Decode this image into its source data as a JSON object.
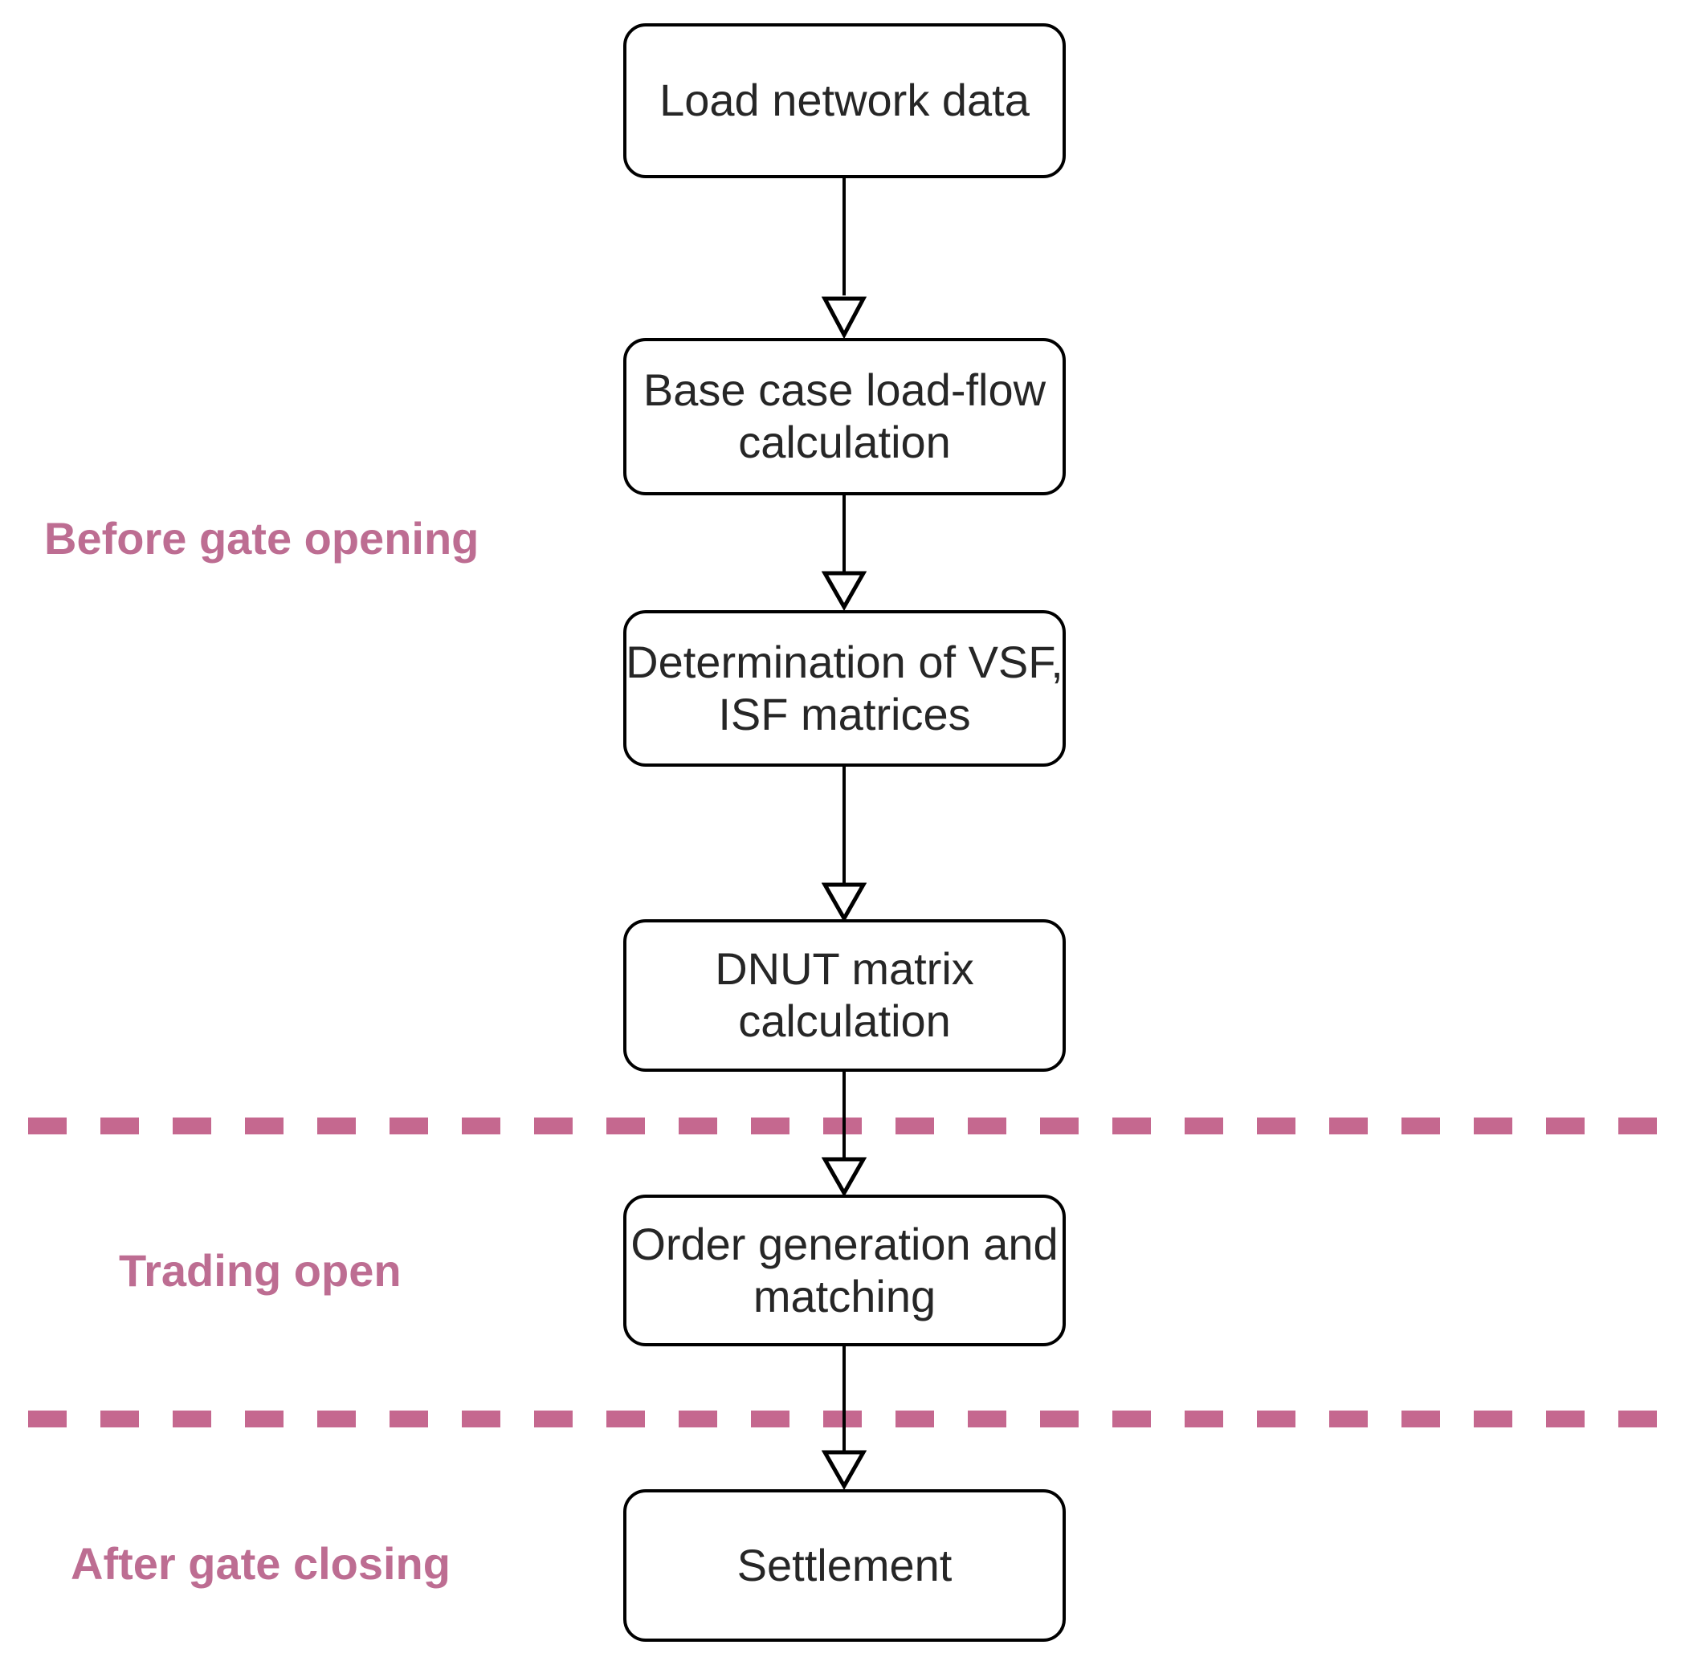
{
  "diagram": {
    "type": "flowchart",
    "nodes": [
      {
        "id": "load-network-data",
        "label": "Load network data"
      },
      {
        "id": "base-case-load-flow",
        "label": "Base case load-flow\ncalculation"
      },
      {
        "id": "vsf-isf-matrices",
        "label": "Determination of VSF,\nISF matrices"
      },
      {
        "id": "dnut-matrix",
        "label": "DNUT matrix\ncalculation"
      },
      {
        "id": "order-generation",
        "label": "Order generation and\nmatching"
      },
      {
        "id": "settlement",
        "label": "Settlement"
      }
    ],
    "phases": [
      {
        "id": "before-gate-opening",
        "label": "Before gate opening"
      },
      {
        "id": "trading-open",
        "label": "Trading open"
      },
      {
        "id": "after-gate-closing",
        "label": "After gate closing"
      }
    ],
    "colors": {
      "phase_label": "#bd6d92",
      "divider": "#c5688f",
      "node_border": "#000000",
      "node_text": "#262626"
    }
  }
}
